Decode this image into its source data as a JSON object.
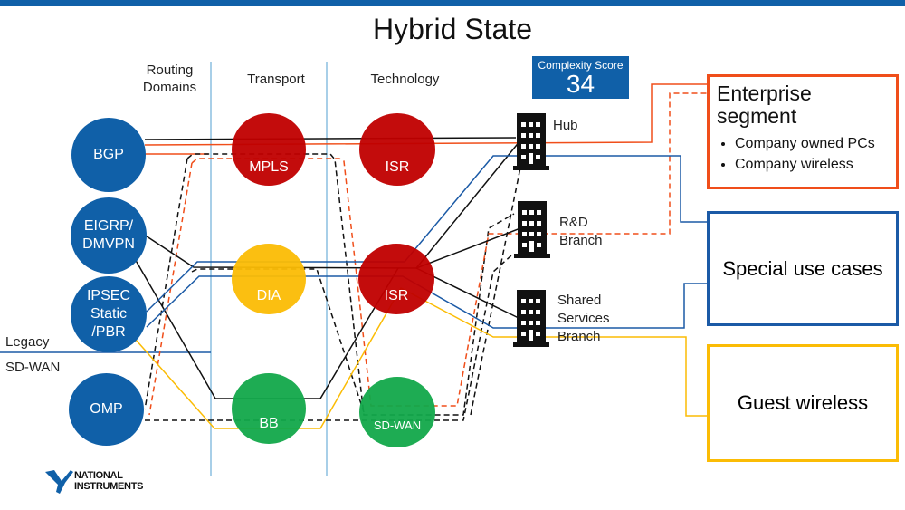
{
  "title": "Hybrid State",
  "columns": {
    "routing_domains": [
      "Routing",
      "Domains"
    ],
    "transport": "Transport",
    "technology": "Technology"
  },
  "complexity_score": {
    "label": "Complexity Score",
    "value": "34"
  },
  "routing_domains": [
    {
      "id": "bgp",
      "lines": [
        "BGP"
      ]
    },
    {
      "id": "eigrp",
      "lines": [
        "EIGRP/",
        "DMVPN"
      ]
    },
    {
      "id": "ipsec",
      "lines": [
        "IPSEC",
        "Static",
        "/PBR"
      ]
    },
    {
      "id": "omp",
      "lines": [
        "OMP"
      ]
    }
  ],
  "side_labels": {
    "legacy": "Legacy",
    "sdwan": "SD-WAN"
  },
  "transport": [
    {
      "id": "mpls",
      "label": "MPLS",
      "color": "#c00000"
    },
    {
      "id": "dia",
      "label": "DIA",
      "color": "#fbbc05"
    },
    {
      "id": "bb",
      "label": "BB",
      "color": "#12a84a"
    }
  ],
  "technology": [
    {
      "id": "isr1",
      "label": "ISR",
      "color": "#c00000"
    },
    {
      "id": "isr2",
      "label": "ISR",
      "color": "#c00000"
    },
    {
      "id": "sdwan",
      "label": "SD-WAN",
      "color": "#12a84a"
    }
  ],
  "sites": [
    {
      "id": "hub",
      "lines": [
        "Hub"
      ]
    },
    {
      "id": "rnd",
      "lines": [
        "R&D",
        "Branch"
      ]
    },
    {
      "id": "shared",
      "lines": [
        "Shared",
        "Services",
        "Branch"
      ]
    }
  ],
  "segments": {
    "enterprise": {
      "title_lines": [
        "Enterprise",
        "segment"
      ],
      "bullets": [
        "Company owned PCs",
        "Company wireless"
      ],
      "color": "#f04e1a"
    },
    "special": {
      "title": "Special use cases",
      "color": "#1b5aa6"
    },
    "guest": {
      "title": "Guest wireless",
      "color": "#fbbc05"
    }
  },
  "colors": {
    "brand_blue": "#1060a8",
    "divider": "#8cbfe0"
  },
  "logo": {
    "lines": [
      "NATIONAL",
      "INSTRUMENTS"
    ]
  }
}
